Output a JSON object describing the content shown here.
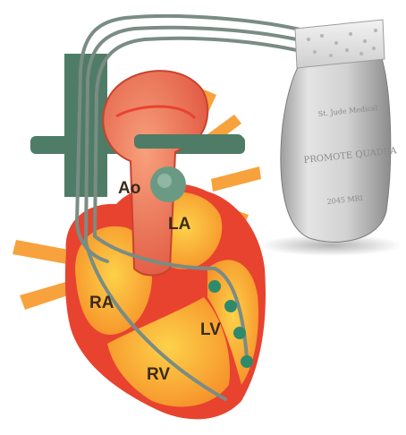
{
  "labels": {
    "aorta": "Ao",
    "left_atrium": "LA",
    "right_atrium": "RA",
    "left_ventricle": "LV",
    "right_ventricle": "RV"
  },
  "device": {
    "brand": "St. Jude Medical",
    "model": "PROMOTE QUADRA",
    "serial": "2045 MRI"
  },
  "colors": {
    "myocardium": "#e8432f",
    "chamber": "#f8a02c",
    "vessel_orange": "#f7a23c",
    "vena_cava": "#4f7c66",
    "electrode": "#2e8a6a",
    "device_body": "#c9c9c9"
  }
}
